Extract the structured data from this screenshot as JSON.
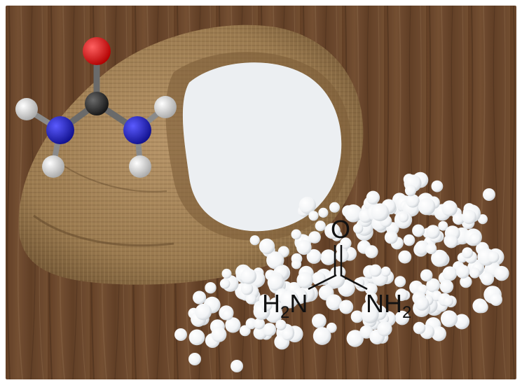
{
  "image": {
    "subject": "urea-fertilizer-photo",
    "colors": {
      "wood_dark": "#5a3a22",
      "wood_light": "#8a6343",
      "burlap": "#a4835a",
      "pellet": "#f4f6f8",
      "oxygen": "#d01010",
      "carbon": "#2a2a2a",
      "nitrogen": "#1a1ad0",
      "hydrogen": "#e6e6e6"
    }
  },
  "structural_formula": {
    "oxygen_label": "O",
    "left_group": {
      "main": "H",
      "sub": "2",
      "tail": "N"
    },
    "right_group": {
      "main": "NH",
      "sub": "2"
    }
  }
}
